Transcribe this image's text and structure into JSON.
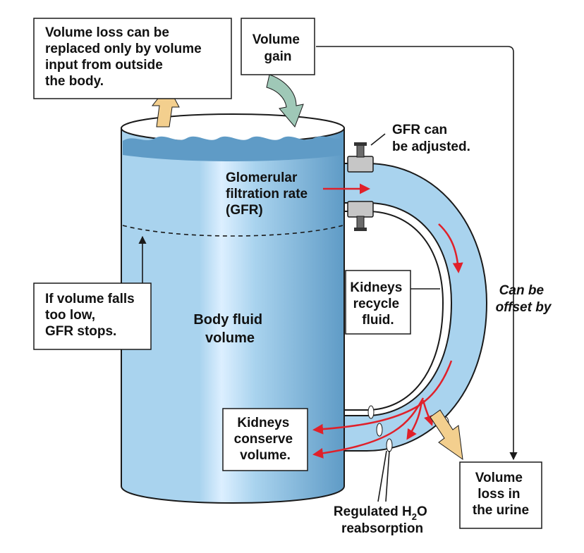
{
  "colors": {
    "fluid": "#a9d3ee",
    "fluid_dark": "#5f9bc6",
    "fluid_light": "#dcefff",
    "red_arrow": "#e0202a",
    "peach_arrow": "#f3cf8e",
    "teal_arrow": "#9fc8b7",
    "clamp": "#c6c6c6",
    "line": "#1a1a1a"
  },
  "labels": {
    "volume_loss_replaced": [
      "Volume loss can be",
      "replaced only by volume",
      "input from outside",
      "the body."
    ],
    "volume_gain": [
      "Volume",
      "gain"
    ],
    "gfr_adjusted": [
      "GFR can",
      "be adjusted."
    ],
    "gfr": [
      "Glomerular",
      "filtration rate",
      "(GFR)"
    ],
    "kidneys_recycle": [
      "Kidneys",
      "recycle",
      "fluid."
    ],
    "can_be_offset": [
      "Can be",
      "offset by"
    ],
    "volume_falls": [
      "If volume falls",
      "too low,",
      "GFR stops."
    ],
    "body_fluid": [
      "Body fluid",
      "volume"
    ],
    "kidneys_conserve": [
      "Kidneys",
      "conserve",
      "volume."
    ],
    "volume_loss_urine": [
      "Volume",
      "loss in",
      "the urine"
    ],
    "regulated": [
      "Regulated H",
      "2",
      "O",
      "reabsorption"
    ]
  },
  "icons": [
    "clamp-screw-icon",
    "flow-arrow-icon"
  ]
}
